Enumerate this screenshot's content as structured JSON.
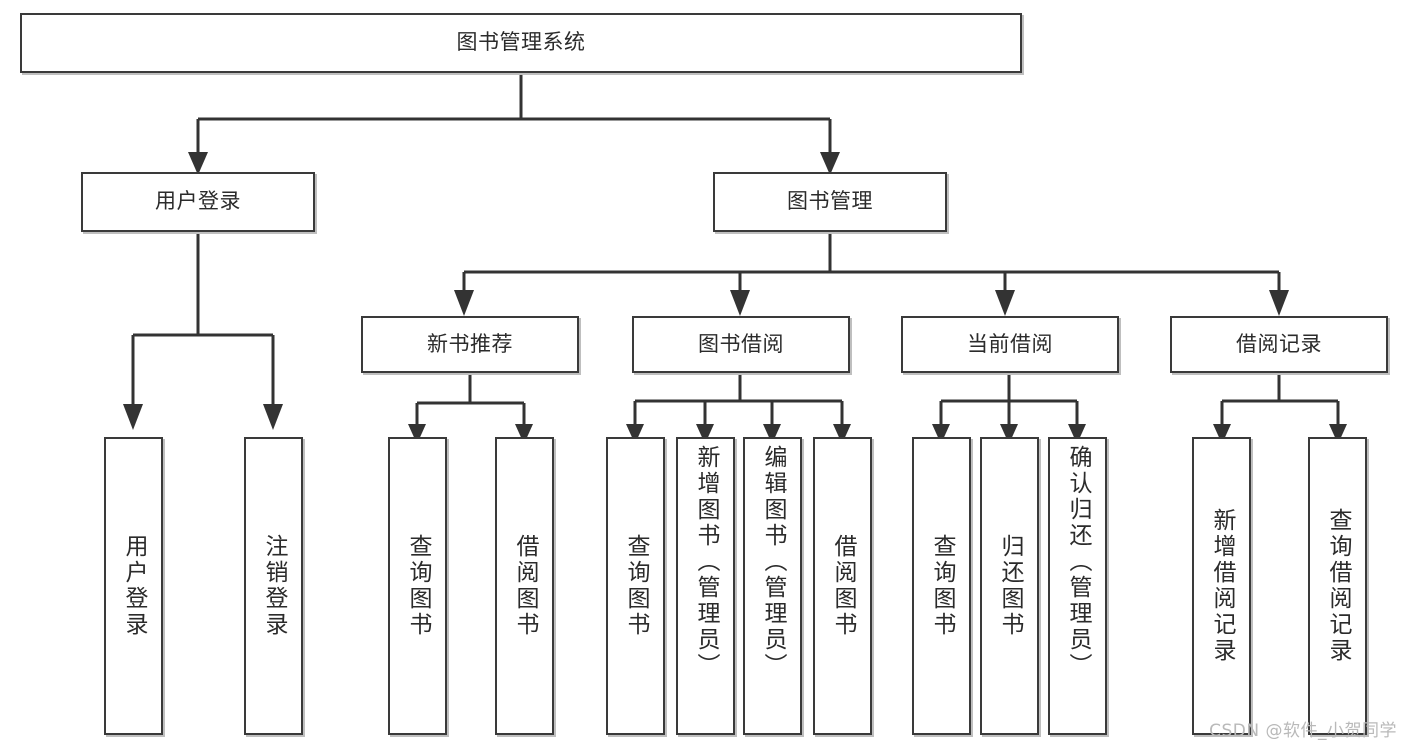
{
  "diagram": {
    "type": "tree-hierarchy",
    "title": "图书管理系统",
    "orientation": "top-down",
    "colors": {
      "node_border": "#3a3a3a",
      "node_fill": "#ffffff",
      "connector": "#333333",
      "shadow": "#bfbfbf",
      "watermark": "#b9b9b9",
      "background": "#ffffff"
    },
    "levels": {
      "root": "图书管理系统",
      "level2": [
        "用户登录",
        "图书管理"
      ],
      "level3": [
        "新书推荐",
        "图书借阅",
        "当前借阅",
        "借阅记录"
      ]
    }
  },
  "nodes": {
    "root": {
      "label": "图书管理系统"
    },
    "user_login": {
      "label": "用户登录"
    },
    "book_manage": {
      "label": "图书管理"
    },
    "new_book_rec": {
      "label": "新书推荐"
    },
    "book_borrow": {
      "label": "图书借阅"
    },
    "current_borrow": {
      "label": "当前借阅"
    },
    "borrow_record": {
      "label": "借阅记录"
    },
    "leaf_user_login": {
      "label": "用户登录"
    },
    "leaf_logout": {
      "label": "注销登录"
    },
    "leaf_query_book_1": {
      "label": "查询图书"
    },
    "leaf_borrow_book_1": {
      "label": "借阅图书"
    },
    "leaf_query_book_2": {
      "label": "查询图书"
    },
    "leaf_add_book": {
      "label": "新增图书（管理员）"
    },
    "leaf_edit_book": {
      "label": "编辑图书（管理员）"
    },
    "leaf_borrow_book_2": {
      "label": "借阅图书"
    },
    "leaf_query_book_3": {
      "label": "查询图书"
    },
    "leaf_return_book": {
      "label": "归还图书"
    },
    "leaf_confirm_return": {
      "label": "确认归还（管理员）"
    },
    "leaf_add_record": {
      "label": "新增借阅记录"
    },
    "leaf_query_record": {
      "label": "查询借阅记录"
    }
  },
  "watermark": {
    "text": "CSDN @软件_小贺同学"
  }
}
